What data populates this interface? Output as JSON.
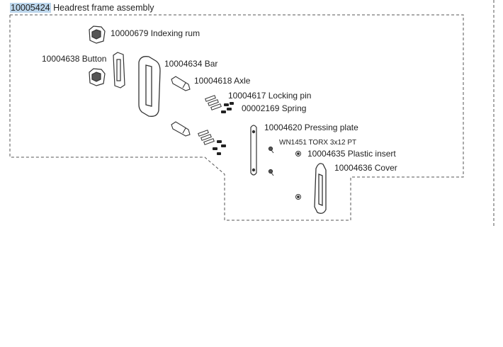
{
  "assembly": {
    "part_number": "10005424",
    "name": "Headrest frame assembly"
  },
  "parts": {
    "indexing_rum": "10000679 Indexing rum",
    "button": "10004638 Button",
    "bar": "10004634 Bar",
    "axle": "10004618 Axle",
    "locking_pin": "10004617 Locking pin",
    "spring": "00002169 Spring",
    "pressing_plate": "10004620 Pressing plate",
    "screw": "WN1451 TORX 3x12 PT",
    "plastic_insert": "10004635 Plastic insert",
    "cover": "10004636 Cover"
  }
}
